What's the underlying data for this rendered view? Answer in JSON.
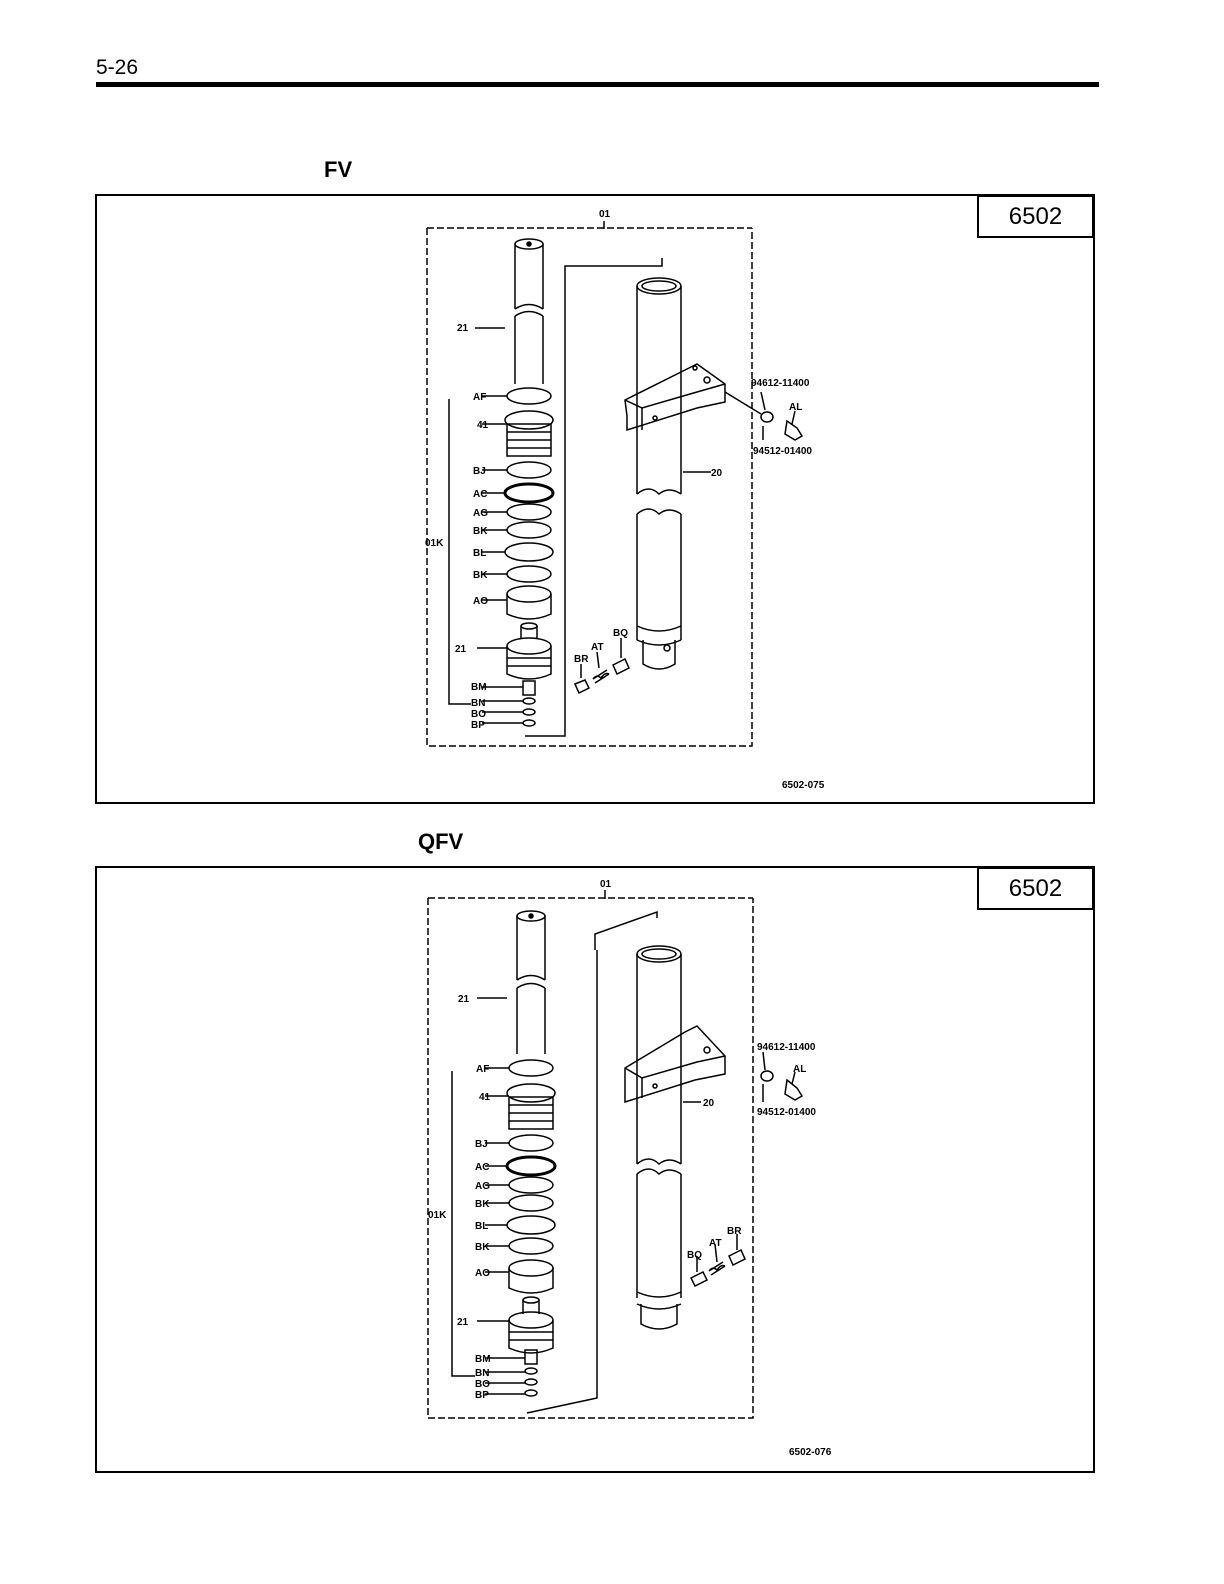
{
  "page": {
    "number": "5-26"
  },
  "sections": [
    {
      "title": "FV",
      "code": "6502",
      "figure_id": "6502-075",
      "labels": {
        "assembly": "01",
        "kit": "01K",
        "piston_upper": "21",
        "piston_lower": "21",
        "seal_AF": "AF",
        "part_41": "41",
        "seal_BJ": "BJ",
        "seal_AC": "AC",
        "seal_AG": "AG",
        "seal_BK1": "BK",
        "seal_BL": "BL",
        "seal_BK2": "BK",
        "seal_AO": "AO",
        "part_BM": "BM",
        "part_BN": "BN",
        "part_BO": "BO",
        "part_BP": "BP",
        "cylinder": "20",
        "bolt_no": "94612-11400",
        "washer_no": "94512-01400",
        "bolt_AL": "AL",
        "valve_BQ": "BQ",
        "valve_AT": "AT",
        "valve_BR": "BR"
      }
    },
    {
      "title": "QFV",
      "code": "6502",
      "figure_id": "6502-076",
      "labels": {
        "assembly": "01",
        "kit": "01K",
        "piston_upper": "21",
        "piston_lower": "21",
        "seal_AF": "AF",
        "part_41": "41",
        "seal_BJ": "BJ",
        "seal_AC": "AC",
        "seal_AG": "AG",
        "seal_BK1": "BK",
        "seal_BL": "BL",
        "seal_BK2": "BK",
        "seal_AO": "AO",
        "part_BM": "BM",
        "part_BN": "BN",
        "part_BO": "BO",
        "part_BP": "BP",
        "cylinder": "20",
        "bolt_no": "94612-11400",
        "washer_no": "94512-01400",
        "bolt_AL": "AL",
        "valve_BQ": "BQ",
        "valve_AT": "AT",
        "valve_BR": "BR"
      }
    }
  ]
}
